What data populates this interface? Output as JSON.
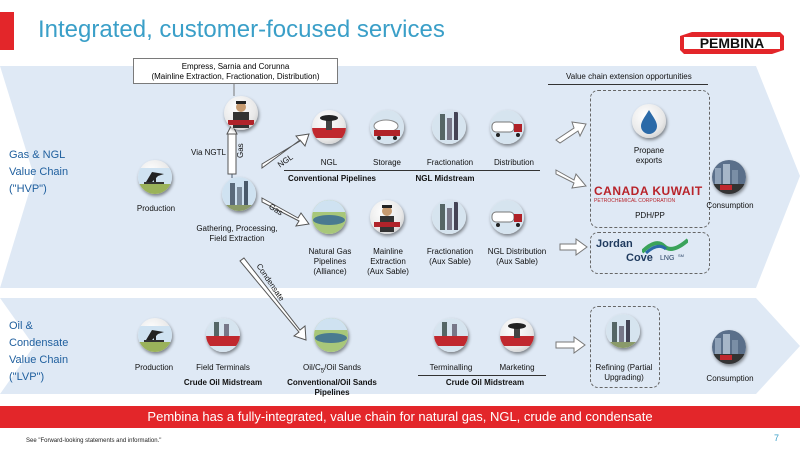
{
  "slide": {
    "title": "Integrated, customer-focused services",
    "brand": "PEMBINA",
    "page_number": "7",
    "footnote": "See \"Forward-looking statements and information.\"",
    "banner": "Pembina has a fully-integrated, value chain for natural gas, NGL, crude and condensate"
  },
  "callout": {
    "line1": "Empress, Sarnia and Corunna",
    "line2": "(Mainline Extraction, Fractionation, Distribution)"
  },
  "hvp": {
    "label_lines": [
      "Gas & NGL",
      "Value Chain",
      "(\"HVP\")"
    ],
    "production": "Production",
    "via_ngtl": "Via NGTL",
    "gas_arrow": "Gas",
    "ngl_arrow": "NGL",
    "gas_arrow2": "Gas",
    "condensate_arrow": "Condensate",
    "gathering": [
      "Gathering, Processing,",
      "Field Extraction"
    ],
    "top_row": [
      "NGL",
      "Storage",
      "Fractionation",
      "Distribution"
    ],
    "conventional_pipelines": "Conventional Pipelines",
    "ngl_midstream": "NGL Midstream",
    "bottom_row": [
      [
        "Natural Gas",
        "Pipelines",
        "(Alliance)"
      ],
      [
        "Mainline",
        "Extraction",
        "(Aux Sable)"
      ],
      [
        "Fractionation",
        "(Aux Sable)"
      ],
      [
        "NGL Distribution",
        "(Aux Sable)"
      ]
    ],
    "extension_title": "Value chain extension opportunities",
    "propane": [
      "Propane",
      "exports"
    ],
    "canada_kuwait": {
      "name": "CANADA KUWAIT",
      "sub": "PETROCHEMICAL CORPORATION",
      "caption": "PDH/PP"
    },
    "jordan_cove": {
      "name1": "Jordan",
      "name2": "Cove",
      "suffix": "LNG",
      "tm": "SM"
    },
    "consumption": "Consumption"
  },
  "lvp": {
    "label_lines": [
      "Oil &",
      "Condensate",
      "Value Chain",
      "(\"LVP\")"
    ],
    "production": "Production",
    "items": [
      "Field Terminals",
      "Terminalling",
      "Marketing"
    ],
    "oil_sands_prefix": "Oil/C",
    "oil_sands_sub": "5",
    "oil_sands_suffix": "/Oil Sands",
    "crude_midstream_1": "Crude Oil Midstream",
    "conventional_oil_sands": [
      "Conventional/Oil Sands",
      "Pipelines"
    ],
    "crude_midstream_2": "Crude Oil Midstream",
    "refining": [
      "Refining (Partial",
      "Upgrading)"
    ],
    "consumption": "Consumption"
  },
  "colors": {
    "accent_red": "#e3262a",
    "title_blue": "#3a9fc8",
    "label_blue": "#1f5f9e",
    "band_fill": "#dfe9f5"
  }
}
